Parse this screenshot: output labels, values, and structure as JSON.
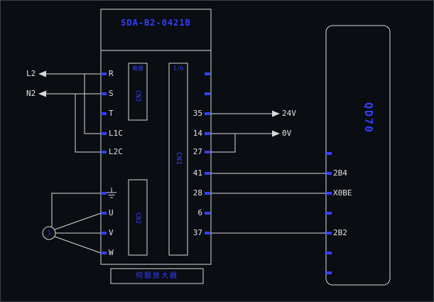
{
  "colors": {
    "background": "#0a0d12",
    "line": "#d9d9d9",
    "accent_blue": "#3340ff"
  },
  "main_block": {
    "title": "SDA-B2-0421B",
    "bottom_label": "伺服放大器",
    "headers": {
      "left": "电源",
      "right": "I/O"
    },
    "connectors": {
      "top": "CN3",
      "bottom": "CN2",
      "main": "CN1"
    },
    "left_terminals": [
      "R",
      "S",
      "T",
      "L1C",
      "L2C",
      "U",
      "V",
      "W"
    ],
    "right_terminals": [
      "35",
      "14",
      "27",
      "41",
      "28",
      "6",
      "37"
    ]
  },
  "left_wires": {
    "labels": [
      "L2",
      "N2"
    ]
  },
  "right_wires": {
    "labels": [
      "24V",
      "0V"
    ]
  },
  "qd70": {
    "title": "QD70",
    "pin_labels": [
      "2B4",
      "X0BE",
      "2B2"
    ]
  },
  "motor": {
    "label": "1"
  }
}
